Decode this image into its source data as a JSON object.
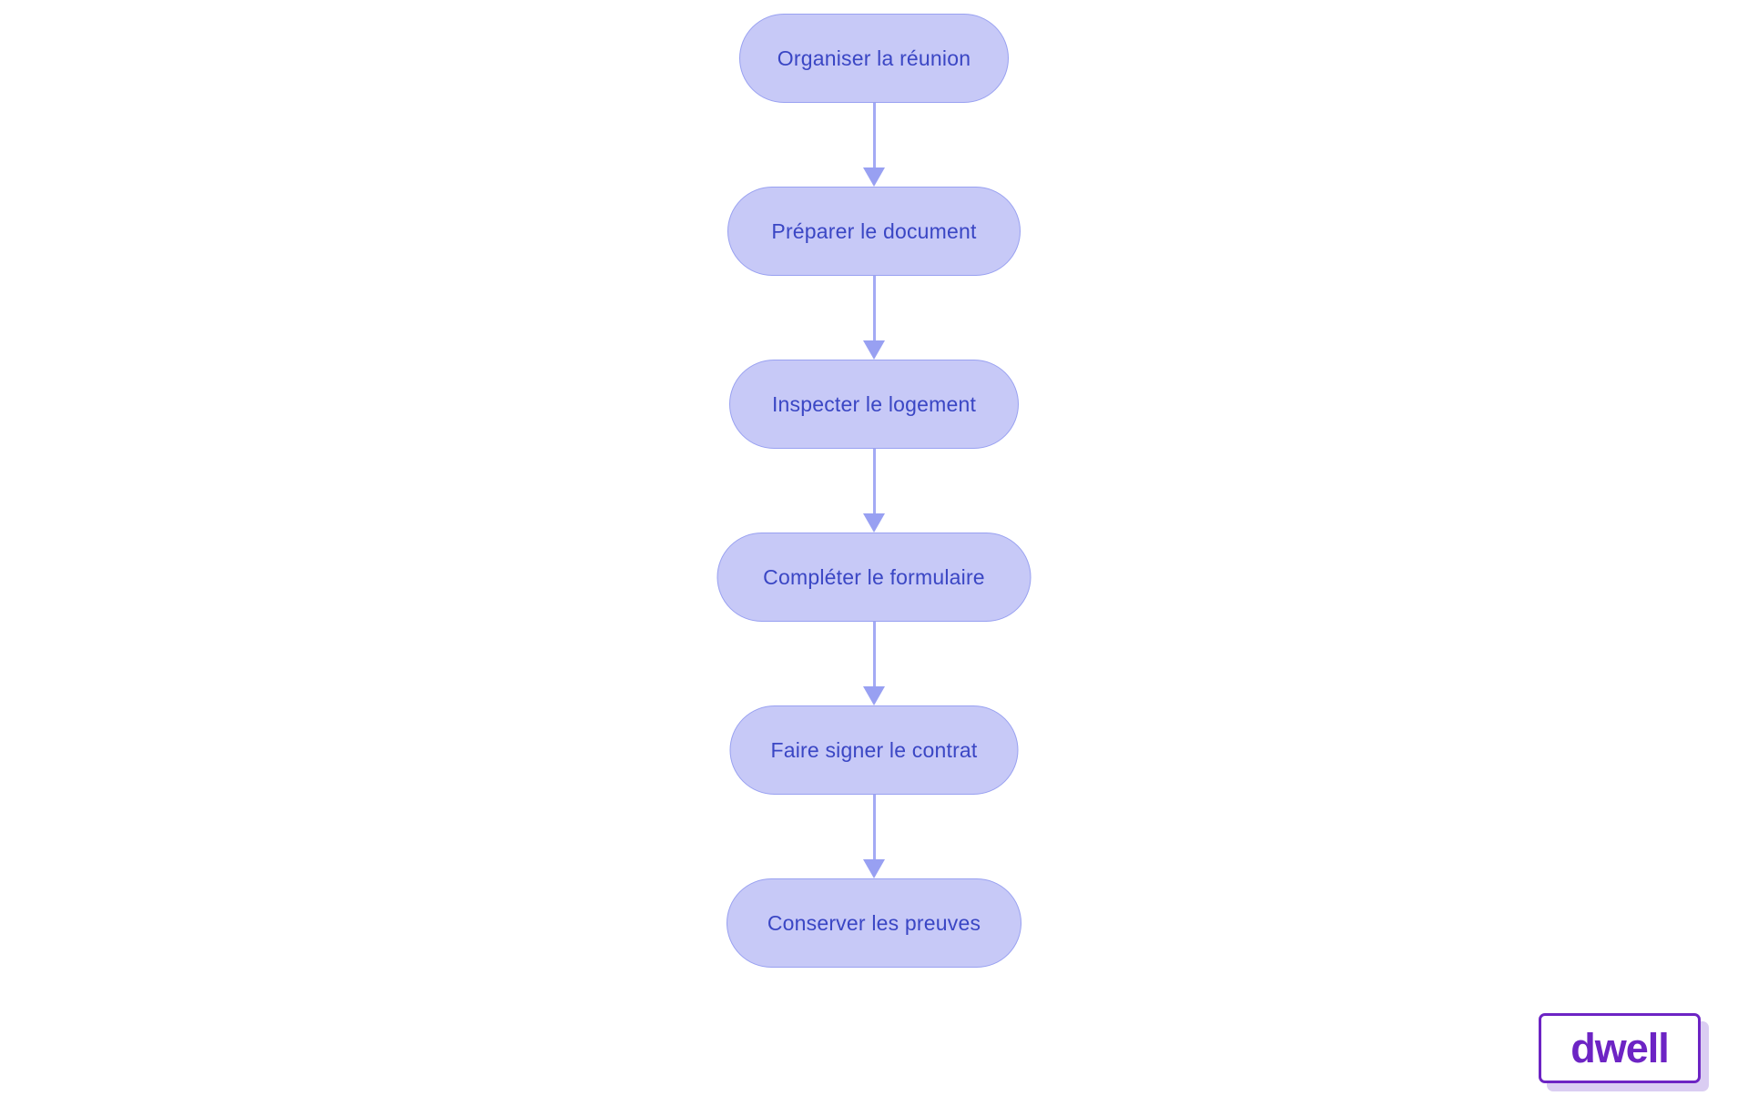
{
  "flowchart": {
    "type": "flowchart",
    "direction": "top-down",
    "nodes": [
      {
        "label": "Organiser la réunion"
      },
      {
        "label": "Préparer le document"
      },
      {
        "label": "Inspecter le logement"
      },
      {
        "label": "Compléter le formulaire"
      },
      {
        "label": "Faire signer le contrat"
      },
      {
        "label": "Conserver les preuves"
      }
    ],
    "edges": [
      {
        "from": 0,
        "to": 1
      },
      {
        "from": 1,
        "to": 2
      },
      {
        "from": 2,
        "to": 3
      },
      {
        "from": 3,
        "to": 4
      },
      {
        "from": 4,
        "to": 5
      }
    ]
  },
  "logo": {
    "text": "dwell"
  },
  "colors": {
    "node_fill": "#c7c9f7",
    "node_border": "#99a1f1",
    "node_text": "#3a46c4",
    "arrow": "#98a0f2",
    "arrow_line": "#a3aaf4",
    "logo_purple": "#6d24c4",
    "logo_shadow": "#dacdf2",
    "background": "#ffffff"
  }
}
